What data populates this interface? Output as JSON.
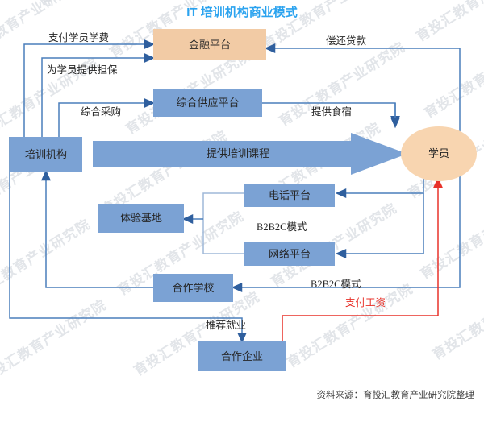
{
  "title": "IT 培训机构商业模式",
  "title_color": "#2ba3ef",
  "source_note": "资料来源：育投汇教育产业研究院整理",
  "watermark_text": "育投汇教育产业研究院",
  "colors": {
    "node_blue": "#7ba2d4",
    "node_peach": "#f2cba5",
    "node_ellipse": "#f8d5b0",
    "connector_blue": "#4a7ebb",
    "connector_red": "#e8322a",
    "big_arrow": "#7ba2d4"
  },
  "nodes": {
    "finance_platform": "金融平台",
    "supply_platform": "综合供应平台",
    "training_org": "培训机构",
    "student": "学员",
    "phone_platform": "电话平台",
    "network_platform": "网络平台",
    "experience_base": "体验基地",
    "partner_school": "合作学校",
    "partner_enterprise": "合作企业"
  },
  "big_arrow_label": "提供培训课程",
  "edge_labels": {
    "pay_tuition": "支付学员学费",
    "provide_guarantee": "为学员提供担保",
    "repay_loan": "偿还贷款",
    "integrated_procurement": "综合采购",
    "provide_accommodation": "提供食宿",
    "b2b2c_upper": "B2B2C模式",
    "b2b2c_lower": "B2B2C模式",
    "pay_salary": "支付工资",
    "recommend_employment": "推荐就业"
  }
}
